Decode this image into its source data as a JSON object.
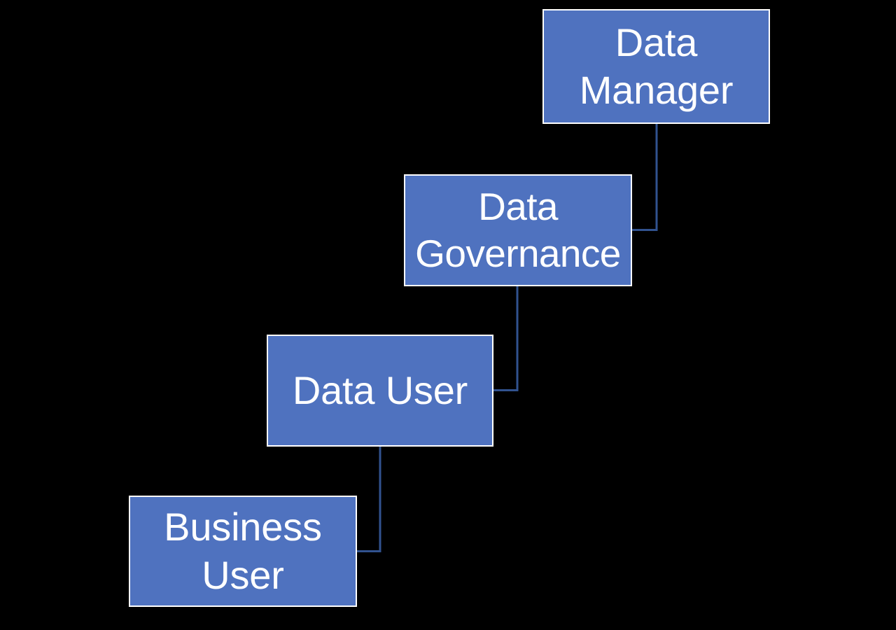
{
  "diagram": {
    "type": "hierarchy-flow",
    "title": "",
    "background_color": "#000000",
    "node_fill_color": "#4F72BF",
    "node_border_color": "#FFFFFF",
    "node_text_color": "#FFFFFF",
    "connector_color": "#31528F",
    "nodes": [
      {
        "id": "data-manager",
        "label": "Data\nManager",
        "level": 1
      },
      {
        "id": "data-governance",
        "label": "Data\nGovernance",
        "level": 2
      },
      {
        "id": "data-user",
        "label": "Data User",
        "level": 3
      },
      {
        "id": "business-user",
        "label": "Business\nUser",
        "level": 4
      }
    ],
    "connectors": [
      {
        "from": "data-manager",
        "to": "data-governance"
      },
      {
        "from": "data-governance",
        "to": "data-user"
      },
      {
        "from": "data-user",
        "to": "business-user"
      }
    ]
  }
}
